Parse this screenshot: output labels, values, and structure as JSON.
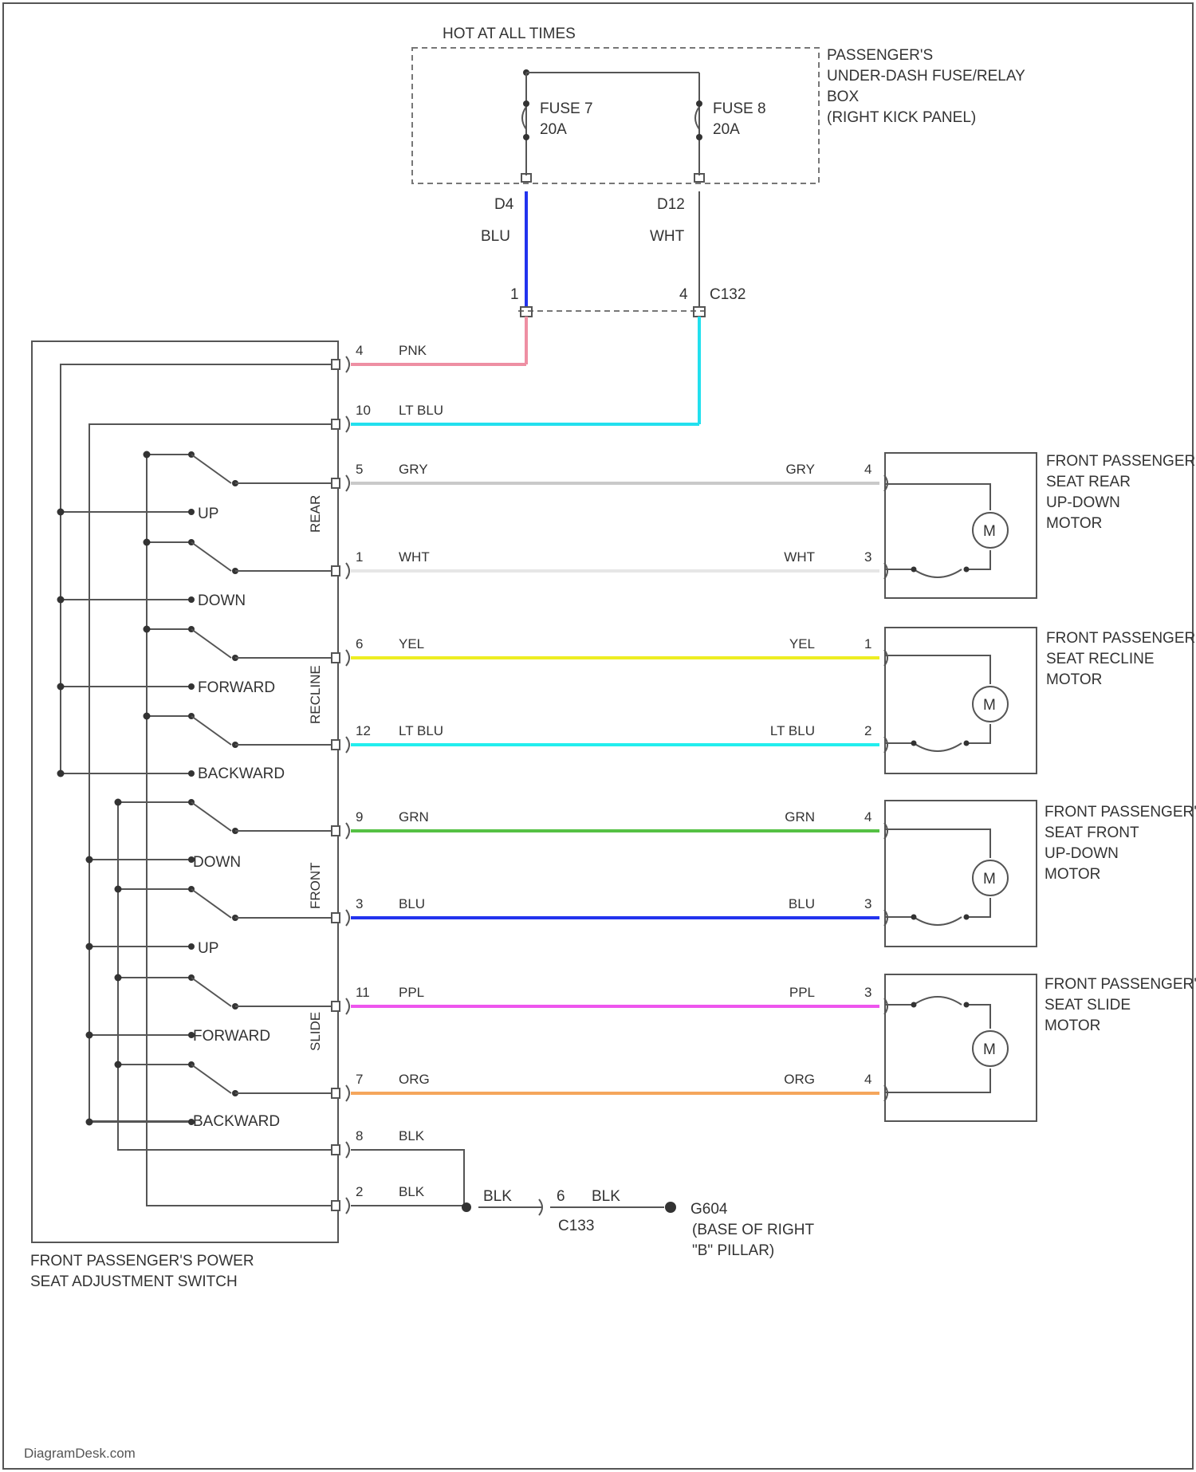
{
  "top": {
    "hot_label": "HOT AT ALL TIMES",
    "fusebox_label": [
      "PASSENGER'S",
      "UNDER-DASH FUSE/RELAY",
      "BOX",
      "(RIGHT KICK PANEL)"
    ],
    "fuse7": [
      "FUSE 7",
      "20A"
    ],
    "fuse8": [
      "FUSE 8",
      "20A"
    ],
    "d4": "D4",
    "d12": "D12",
    "blu": "BLU",
    "wht": "WHT",
    "c132_pin1": "1",
    "c132_pin4": "4",
    "c132": "C132"
  },
  "wires": [
    {
      "pin": "4",
      "color_name": "PNK",
      "hex": "#ee8fa3"
    },
    {
      "pin": "10",
      "color_name": "LT BLU",
      "hex": "#22e0ee"
    },
    {
      "pin": "5",
      "color_name": "GRY",
      "right_name": "GRY",
      "right_pin": "4",
      "hex": "#c9c9c9"
    },
    {
      "pin": "1",
      "color_name": "WHT",
      "right_name": "WHT",
      "right_pin": "3",
      "hex": "#e6e6e6"
    },
    {
      "pin": "6",
      "color_name": "YEL",
      "right_name": "YEL",
      "right_pin": "1",
      "hex": "#eeee22"
    },
    {
      "pin": "12",
      "color_name": "LT BLU",
      "right_name": "LT BLU",
      "right_pin": "2",
      "hex": "#22eeee"
    },
    {
      "pin": "9",
      "color_name": "GRN",
      "right_name": "GRN",
      "right_pin": "4",
      "hex": "#55c144"
    },
    {
      "pin": "3",
      "color_name": "BLU",
      "right_name": "BLU",
      "right_pin": "3",
      "hex": "#2233ee"
    },
    {
      "pin": "11",
      "color_name": "PPL",
      "right_name": "PPL",
      "right_pin": "3",
      "hex": "#ee55ee"
    },
    {
      "pin": "7",
      "color_name": "ORG",
      "right_name": "ORG",
      "right_pin": "4",
      "hex": "#f5a65c"
    },
    {
      "pin": "8",
      "color_name": "BLK",
      "hex": "#333333"
    },
    {
      "pin": "2",
      "color_name": "BLK",
      "hex": "#333333"
    }
  ],
  "switch": {
    "positions": [
      "UP",
      "DOWN",
      "FORWARD",
      "BACKWARD",
      "DOWN",
      "UP",
      "FORWARD",
      "BACKWARD"
    ],
    "sections": [
      "REAR",
      "RECLINE",
      "FRONT",
      "SLIDE"
    ],
    "label": [
      "FRONT PASSENGER'S POWER",
      "SEAT ADJUSTMENT SWITCH"
    ]
  },
  "motors": [
    {
      "label": [
        "FRONT PASSENGER'S",
        "SEAT REAR",
        "UP-DOWN",
        "MOTOR"
      ],
      "symbol": "M"
    },
    {
      "label": [
        "FRONT PASSENGER'S",
        "SEAT RECLINE",
        "MOTOR"
      ],
      "symbol": "M"
    },
    {
      "label": [
        "FRONT PASSENGER'S",
        "SEAT FRONT",
        "UP-DOWN",
        "MOTOR"
      ],
      "symbol": "M"
    },
    {
      "label": [
        "FRONT PASSENGER'S",
        "SEAT SLIDE",
        "MOTOR"
      ],
      "symbol": "M"
    }
  ],
  "ground": {
    "blk_a": "BLK",
    "pin": "6",
    "blk_b": "BLK",
    "connector": "C133",
    "ground_id": "G604",
    "location": [
      "(BASE OF RIGHT",
      "\"B\" PILLAR)"
    ]
  },
  "watermark": "DiagramDesk.com"
}
